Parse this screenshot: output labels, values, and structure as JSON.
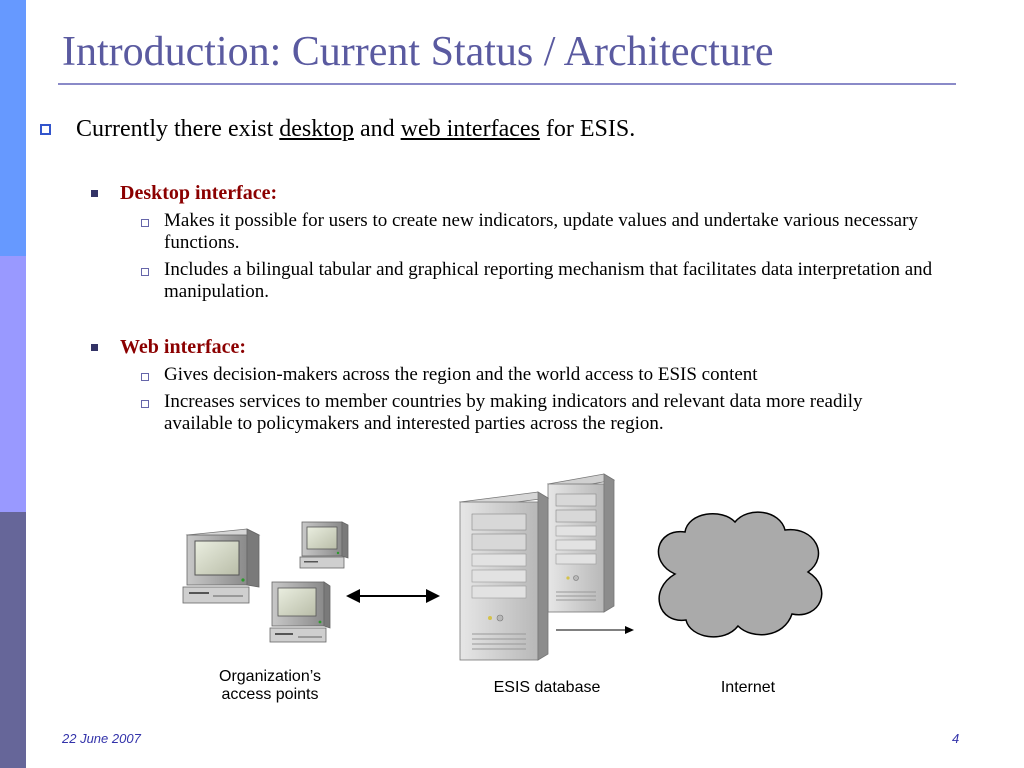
{
  "slide": {
    "title": "Introduction: Current Status / Architecture",
    "intro": {
      "prefix": "Currently there exist ",
      "link1": "desktop",
      "mid": " and ",
      "link2": "web interfaces",
      "suffix": " for ESIS."
    },
    "sections": [
      {
        "heading": "Desktop interface:",
        "items": [
          "Makes it possible for users to create new indicators, update values and undertake various necessary functions.",
          "Includes a bilingual tabular and graphical reporting mechanism that facilitates data interpretation and manipulation."
        ]
      },
      {
        "heading": "Web interface:",
        "items": [
          "Gives decision-makers across the region and the world access to ESIS content",
          "Increases services to member countries by making indicators and relevant data more readily available to policymakers and interested parties across the region."
        ]
      }
    ],
    "diagram": {
      "access_points_label": "Organization’s access points",
      "database_label": "ESIS database",
      "internet_label": "Internet"
    },
    "footer": {
      "date": "22 June 2007",
      "page": "4"
    }
  },
  "colors": {
    "sidebar_top": "#6699ff",
    "sidebar_mid": "#9999ff",
    "sidebar_bottom": "#666699",
    "title": "#5a5aa0",
    "heading": "#8b0000",
    "footer": "#3333aa"
  }
}
